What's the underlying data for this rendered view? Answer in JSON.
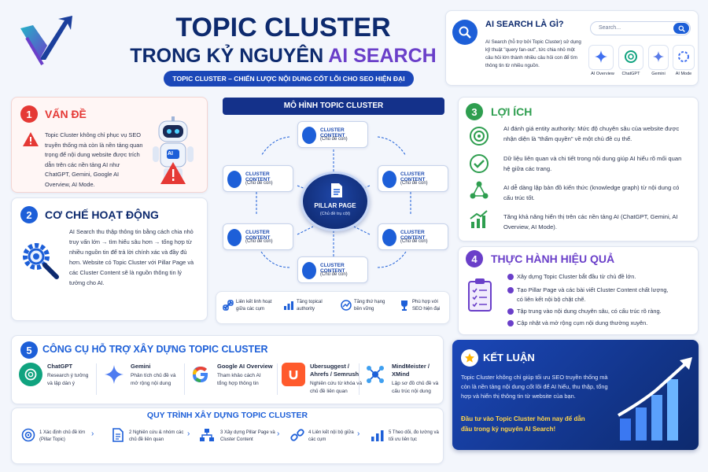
{
  "header": {
    "title_line1": "TOPIC CLUSTER",
    "title_line2_a": "TRONG KỶ NGUYÊN",
    "title_line2_b": "AI SEARCH",
    "subtitle": "TOPIC CLUSTER – CHIẾN LƯỢC NỘI DUNG CỐT LÕI CHO SEO HIỆN ĐẠI"
  },
  "ai_search": {
    "title": "AI SEARCH LÀ GÌ?",
    "desc": "AI Search (hỗ trợ bởi Topic Cluster) sử dụng kỹ thuật \"query fan-out\", tức chia nhỏ một câu hỏi lớn thành nhiều câu hỏi con để tìm thông tin từ nhiều nguồn.",
    "search_placeholder": "Search...",
    "platforms": [
      "AI Overview",
      "ChatGPT",
      "Gemini",
      "AI Mode"
    ]
  },
  "problem": {
    "num": "1",
    "title": "VẤN ĐỀ",
    "text": "Topic Cluster không chỉ phục vụ SEO truyền thống mà còn là nền tảng quan trọng để nội dung website được trích dẫn trên các nền tảng AI như ChatGPT, Gemini, Google AI Overview, AI Mode.",
    "robot_label": "AI"
  },
  "mechanism": {
    "num": "2",
    "title": "CƠ CHẾ HOẠT ĐỘNG",
    "text": "AI Search thu thập thông tin bằng cách chia nhỏ truy vấn lớn → tìm hiểu sâu hơn → tổng hợp từ nhiều nguồn tin để trả lời chính xác và đầy đủ hơn. Website có Topic Cluster với Pillar Page và các Cluster Content sẽ là nguồn thông tin lý tưởng cho AI."
  },
  "model": {
    "title": "MÔ HÌNH TOPIC CLUSTER",
    "pillar_title": "PILLAR PAGE",
    "pillar_sub": "(Chủ đề trụ cột)",
    "cluster_title": "CLUSTER CONTENT",
    "cluster_sub": "(Chủ đề con)",
    "features": [
      "Liên kết linh hoạt giữa các cụm",
      "Tăng topical authority",
      "Tăng thứ hạng bền vững",
      "Phù hợp với SEO hiện đại"
    ]
  },
  "benefits": {
    "num": "3",
    "title": "LỢI ÍCH",
    "items": [
      "AI đánh giá entity authority: Mức độ chuyên sâu của website được nhận diện là \"thẩm quyền\" về một chủ đề cụ thể.",
      "Dữ liệu liên quan và chi tiết trong nội dung giúp AI hiểu rõ mối quan hệ giữa các trang.",
      "AI dễ dàng lập bản đồ kiến thức (knowledge graph) từ nội dung có cấu trúc tốt.",
      "Tăng khả năng hiển thị trên các nền tảng AI (ChatGPT, Gemini, AI Overview, AI Mode)."
    ]
  },
  "practice": {
    "num": "4",
    "title": "THỰC HÀNH HIỆU QUẢ",
    "items": [
      "Xây dựng Topic Cluster bắt đầu từ chủ đề lớn.",
      "Tạo Pillar Page và các bài viết Cluster Content chất lượng, có liên kết nội bộ chặt chẽ.",
      "Tập trung vào nội dung chuyên sâu, có cấu trúc rõ ràng.",
      "Cập nhật và mở rộng cụm nội dung thường xuyên."
    ]
  },
  "tools": {
    "num": "5",
    "title": "CÔNG CỤ HỖ TRỢ XÂY DỰNG TOPIC CLUSTER",
    "items": [
      {
        "name": "ChatGPT",
        "desc": "Research ý tưởng và lập dàn ý"
      },
      {
        "name": "Gemini",
        "desc": "Phân tích chủ đề và mở rộng nội dung"
      },
      {
        "name": "Google AI Overview",
        "desc": "Tham khảo cách AI tổng hợp thông tin"
      },
      {
        "name": "Ubersuggest / Ahrefs / Semrush",
        "desc": "Nghiên cứu từ khóa và chủ đề liên quan"
      },
      {
        "name": "MindMeister / XMind",
        "desc": "Lập sơ đồ chủ đề và cấu trúc nội dung"
      }
    ]
  },
  "process": {
    "title": "QUY TRÌNH XÂY DỰNG TOPIC CLUSTER",
    "steps": [
      {
        "num": "1",
        "text": "Xác định chủ đề lớn (Pillar Topic)"
      },
      {
        "num": "2",
        "text": "Nghiên cứu & nhóm các chủ đề liên quan"
      },
      {
        "num": "3",
        "text": "Xây dựng Pillar Page và Cluster Content"
      },
      {
        "num": "4",
        "text": "Liên kết nội bộ giữa các cụm"
      },
      {
        "num": "5",
        "text": "Theo dõi, đo lường và tối ưu liên tục"
      }
    ]
  },
  "conclusion": {
    "title": "KẾT LUẬN",
    "text": "Topic Cluster không chỉ giúp tối ưu SEO truyền thống mà còn là nền tảng nội dung cốt lõi để AI hiểu, thu thập, tổng hợp và hiển thị thông tin từ website của bạn.",
    "cta": "Đầu tư vào Topic Cluster hôm nay để dẫn đầu trong kỷ nguyên AI Search!"
  },
  "colors": {
    "navy": "#0d2a6e",
    "blue": "#1d5fd8",
    "red": "#e53935",
    "green": "#2e9e4f",
    "purple": "#6a3fc9",
    "accent_yellow": "#ffd54a"
  }
}
